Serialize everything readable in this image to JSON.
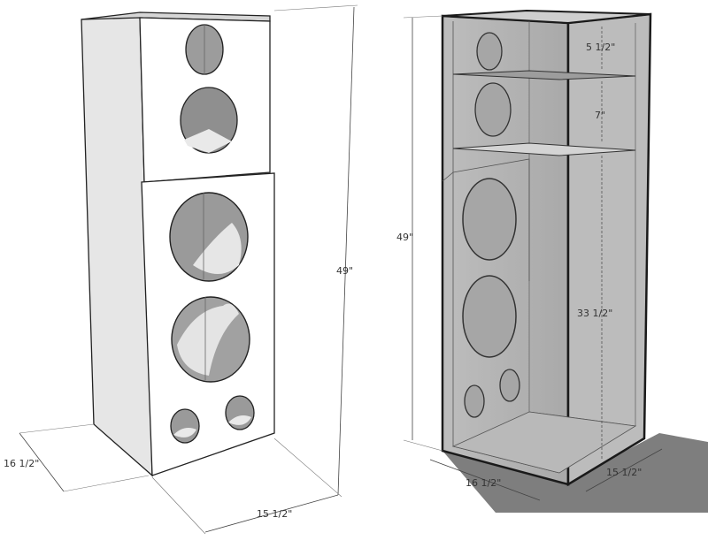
{
  "figure": {
    "left_view": {
      "dims": {
        "height": "49\"",
        "depth": "16 1/2\"",
        "width": "15 1/2\""
      }
    },
    "right_view": {
      "dims": {
        "height": "49\"",
        "top_chamber": "5 1/2\"",
        "middle_chamber": "7\"",
        "bottom_chamber": "33 1/2\"",
        "depth": "16 1/2\"",
        "width": "15 1/2\""
      }
    }
  }
}
